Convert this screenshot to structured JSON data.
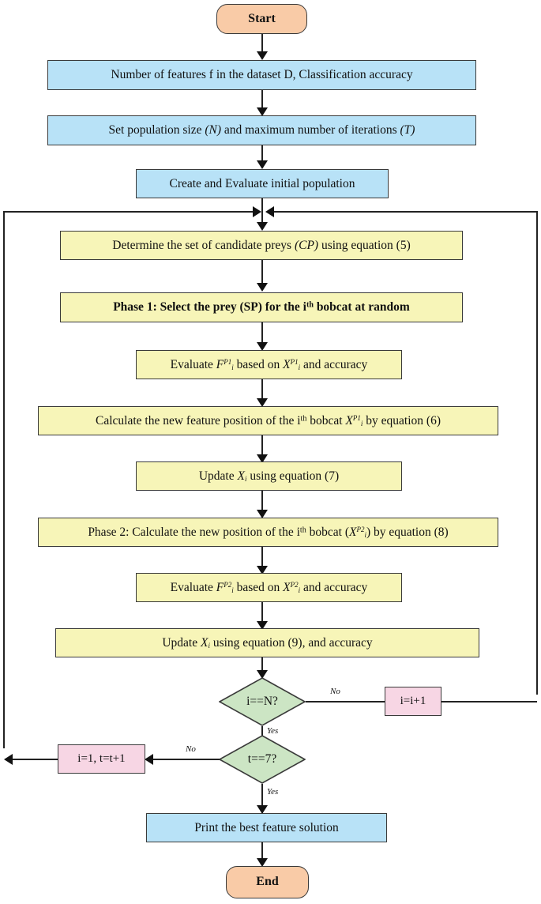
{
  "diagram": {
    "title": "Feature selection flowchart (Bobcat optimization algorithm)",
    "type": "flowchart",
    "colors": {
      "terminator_fill": "#F9CBA7",
      "input_fill": "#B8E2F7",
      "process_fill": "#F7F5B8",
      "decision_fill": "#CCE5C4",
      "counter_fill": "#F7D6E4",
      "stroke": "#3a3a3a",
      "text": "#111111",
      "background": "#FFFFFF"
    },
    "nodes": {
      "start": {
        "label": "Start",
        "shape": "terminator"
      },
      "inputs": {
        "label": "Number of features f in the dataset D, Classification accuracy",
        "shape": "process"
      },
      "set_population": {
        "label_plain": "Set population size (N) and maximum number of iterations (T)",
        "text_a": "Set population size ",
        "text_n": "(N)",
        "text_b": " and maximum number of iterations ",
        "text_t": "(T)",
        "shape": "process"
      },
      "create_eval": {
        "label": "Create and Evaluate initial population",
        "shape": "process"
      },
      "determine_cp": {
        "label_plain": "Determine the set of candidate preys (CP) using equation (5)",
        "text_a": "Determine the set of candidate preys ",
        "text_cp": "(CP)",
        "text_b": " using equation (5)",
        "shape": "process"
      },
      "phase1": {
        "label_plain": "Phase 1: Select the prey (SP) for the ith bobcat at random",
        "text_a": "Phase 1: Select the prey (SP) for the i",
        "text_sup": "th",
        "text_b": " bobcat at random",
        "shape": "process",
        "bold": true
      },
      "evaluate_f_p1": {
        "label_plain": "Evaluate F_i^P1 based on X_i^P1 and accuracy",
        "text_a": "Evaluate ",
        "var1": "F",
        "sup1": "P1",
        "sub1": "i",
        "text_b": " based on ",
        "var2": "X",
        "sup2": "P1",
        "sub2": "i",
        "text_c": " and accuracy",
        "shape": "process"
      },
      "calculate_new_pos": {
        "label_plain": "Calculate the new feature position of the ith bobcat X_i^P1 by equation (6)",
        "text_a": "Calculate the new feature position of the i",
        "text_sup": "th",
        "text_b": " bobcat ",
        "var1": "X",
        "sup1": "P1",
        "sub1": "i",
        "text_c": " by equation (6)",
        "shape": "process"
      },
      "update_7": {
        "label_plain": "Update X_i using equation (7)",
        "text_a": "Update ",
        "var1": "X",
        "sub1": "i",
        "text_b": " using equation (7)",
        "shape": "process"
      },
      "phase2": {
        "label_plain": "Phase 2: Calculate the new position of the ith bobcat (X_i^P2) by equation (8)",
        "text_a": "Phase 2: Calculate the new position of the i",
        "text_sup": "th",
        "text_b": " bobcat (",
        "var1": "X",
        "sup1": "P2",
        "sub1": "i",
        "text_c": ") by equation (8)",
        "shape": "process"
      },
      "evaluate_f_p2": {
        "label_plain": "Evaluate F_i^P2 based on X_i^P2 and accuracy",
        "text_a": "Evaluate ",
        "var1": "F",
        "sup1": "P2",
        "sub1": "i",
        "text_b": " based on ",
        "var2": "X",
        "sup2": "P2",
        "sub2": "i",
        "text_c": " and accuracy",
        "shape": "process"
      },
      "update_9": {
        "label_plain": "Update X_i using equation (9), and accuracy",
        "text_a": "Update ",
        "var1": "X",
        "sub1": "i",
        "text_b": " using equation (9), and accuracy",
        "shape": "process"
      },
      "decision_i_n": {
        "label": "i==N?",
        "shape": "decision"
      },
      "decision_t_t": {
        "label": "t==7?",
        "shape": "decision"
      },
      "increment_i": {
        "label": "i=i+1",
        "shape": "counter"
      },
      "reset_i_increment_t": {
        "label": "i=1, t=t+1",
        "shape": "counter"
      },
      "print_solution": {
        "label": "Print the best feature solution",
        "shape": "process"
      },
      "end": {
        "label": "End",
        "shape": "terminator"
      }
    },
    "edge_labels": {
      "no_from_i_n": "No",
      "yes_from_i_n": "Yes",
      "no_from_t_t": "No",
      "yes_from_t_t": "Yes"
    }
  }
}
